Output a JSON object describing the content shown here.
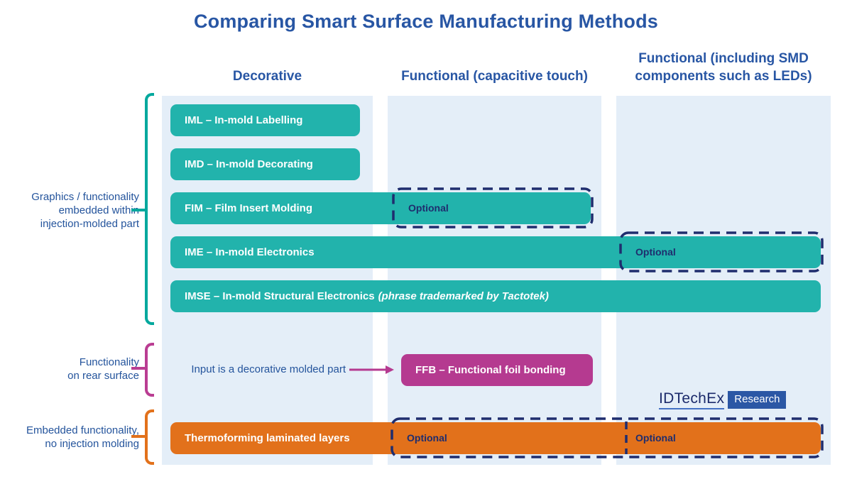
{
  "title": "Comparing Smart Surface Manufacturing Methods",
  "columns": [
    {
      "label": "Decorative"
    },
    {
      "label": "Functional (capacitive touch)"
    },
    {
      "label": "Functional (including SMD components such as LEDs)"
    }
  ],
  "groups": [
    {
      "lines": [
        "Graphics / functionality",
        "embedded within",
        "injection-molded part"
      ]
    },
    {
      "lines": [
        "Functionality",
        "on rear surface"
      ]
    },
    {
      "lines": [
        "Embedded functionality,",
        "no injection molding"
      ]
    }
  ],
  "bars": {
    "iml": {
      "label": "IML – In-mold Labelling"
    },
    "imd": {
      "label": "IMD – In-mold Decorating"
    },
    "fim": {
      "label": "FIM – Film Insert Molding",
      "optional": "Optional"
    },
    "ime": {
      "label": "IME – In-mold Electronics",
      "optional": "Optional"
    },
    "imse": {
      "label": "IMSE – In-mold Structural Electronics",
      "label_italic": "(phrase trademarked by Tactotek)"
    },
    "ffb": {
      "label": "FFB – Functional foil bonding"
    },
    "thermo": {
      "label": "Thermoforming laminated layers",
      "optional_col2": "Optional",
      "optional_col3": "Optional"
    }
  },
  "annotation": "Input is a decorative molded part",
  "logo": {
    "brand": "IDTechEx",
    "label": "Research"
  },
  "colors": {
    "title_blue": "#2856A4",
    "label_blue": "#24549C",
    "teal": "#22B3AC",
    "teal_bracket": "#00A89D",
    "magenta": "#B53A90",
    "orange": "#E2711B",
    "navy_dash": "#1F2D6E",
    "column_bg": "#E4EEF8",
    "logo_navy": "#1B2A6B",
    "logo_box_bg": "#2B57A5",
    "logo_underline": "#4472C4"
  }
}
